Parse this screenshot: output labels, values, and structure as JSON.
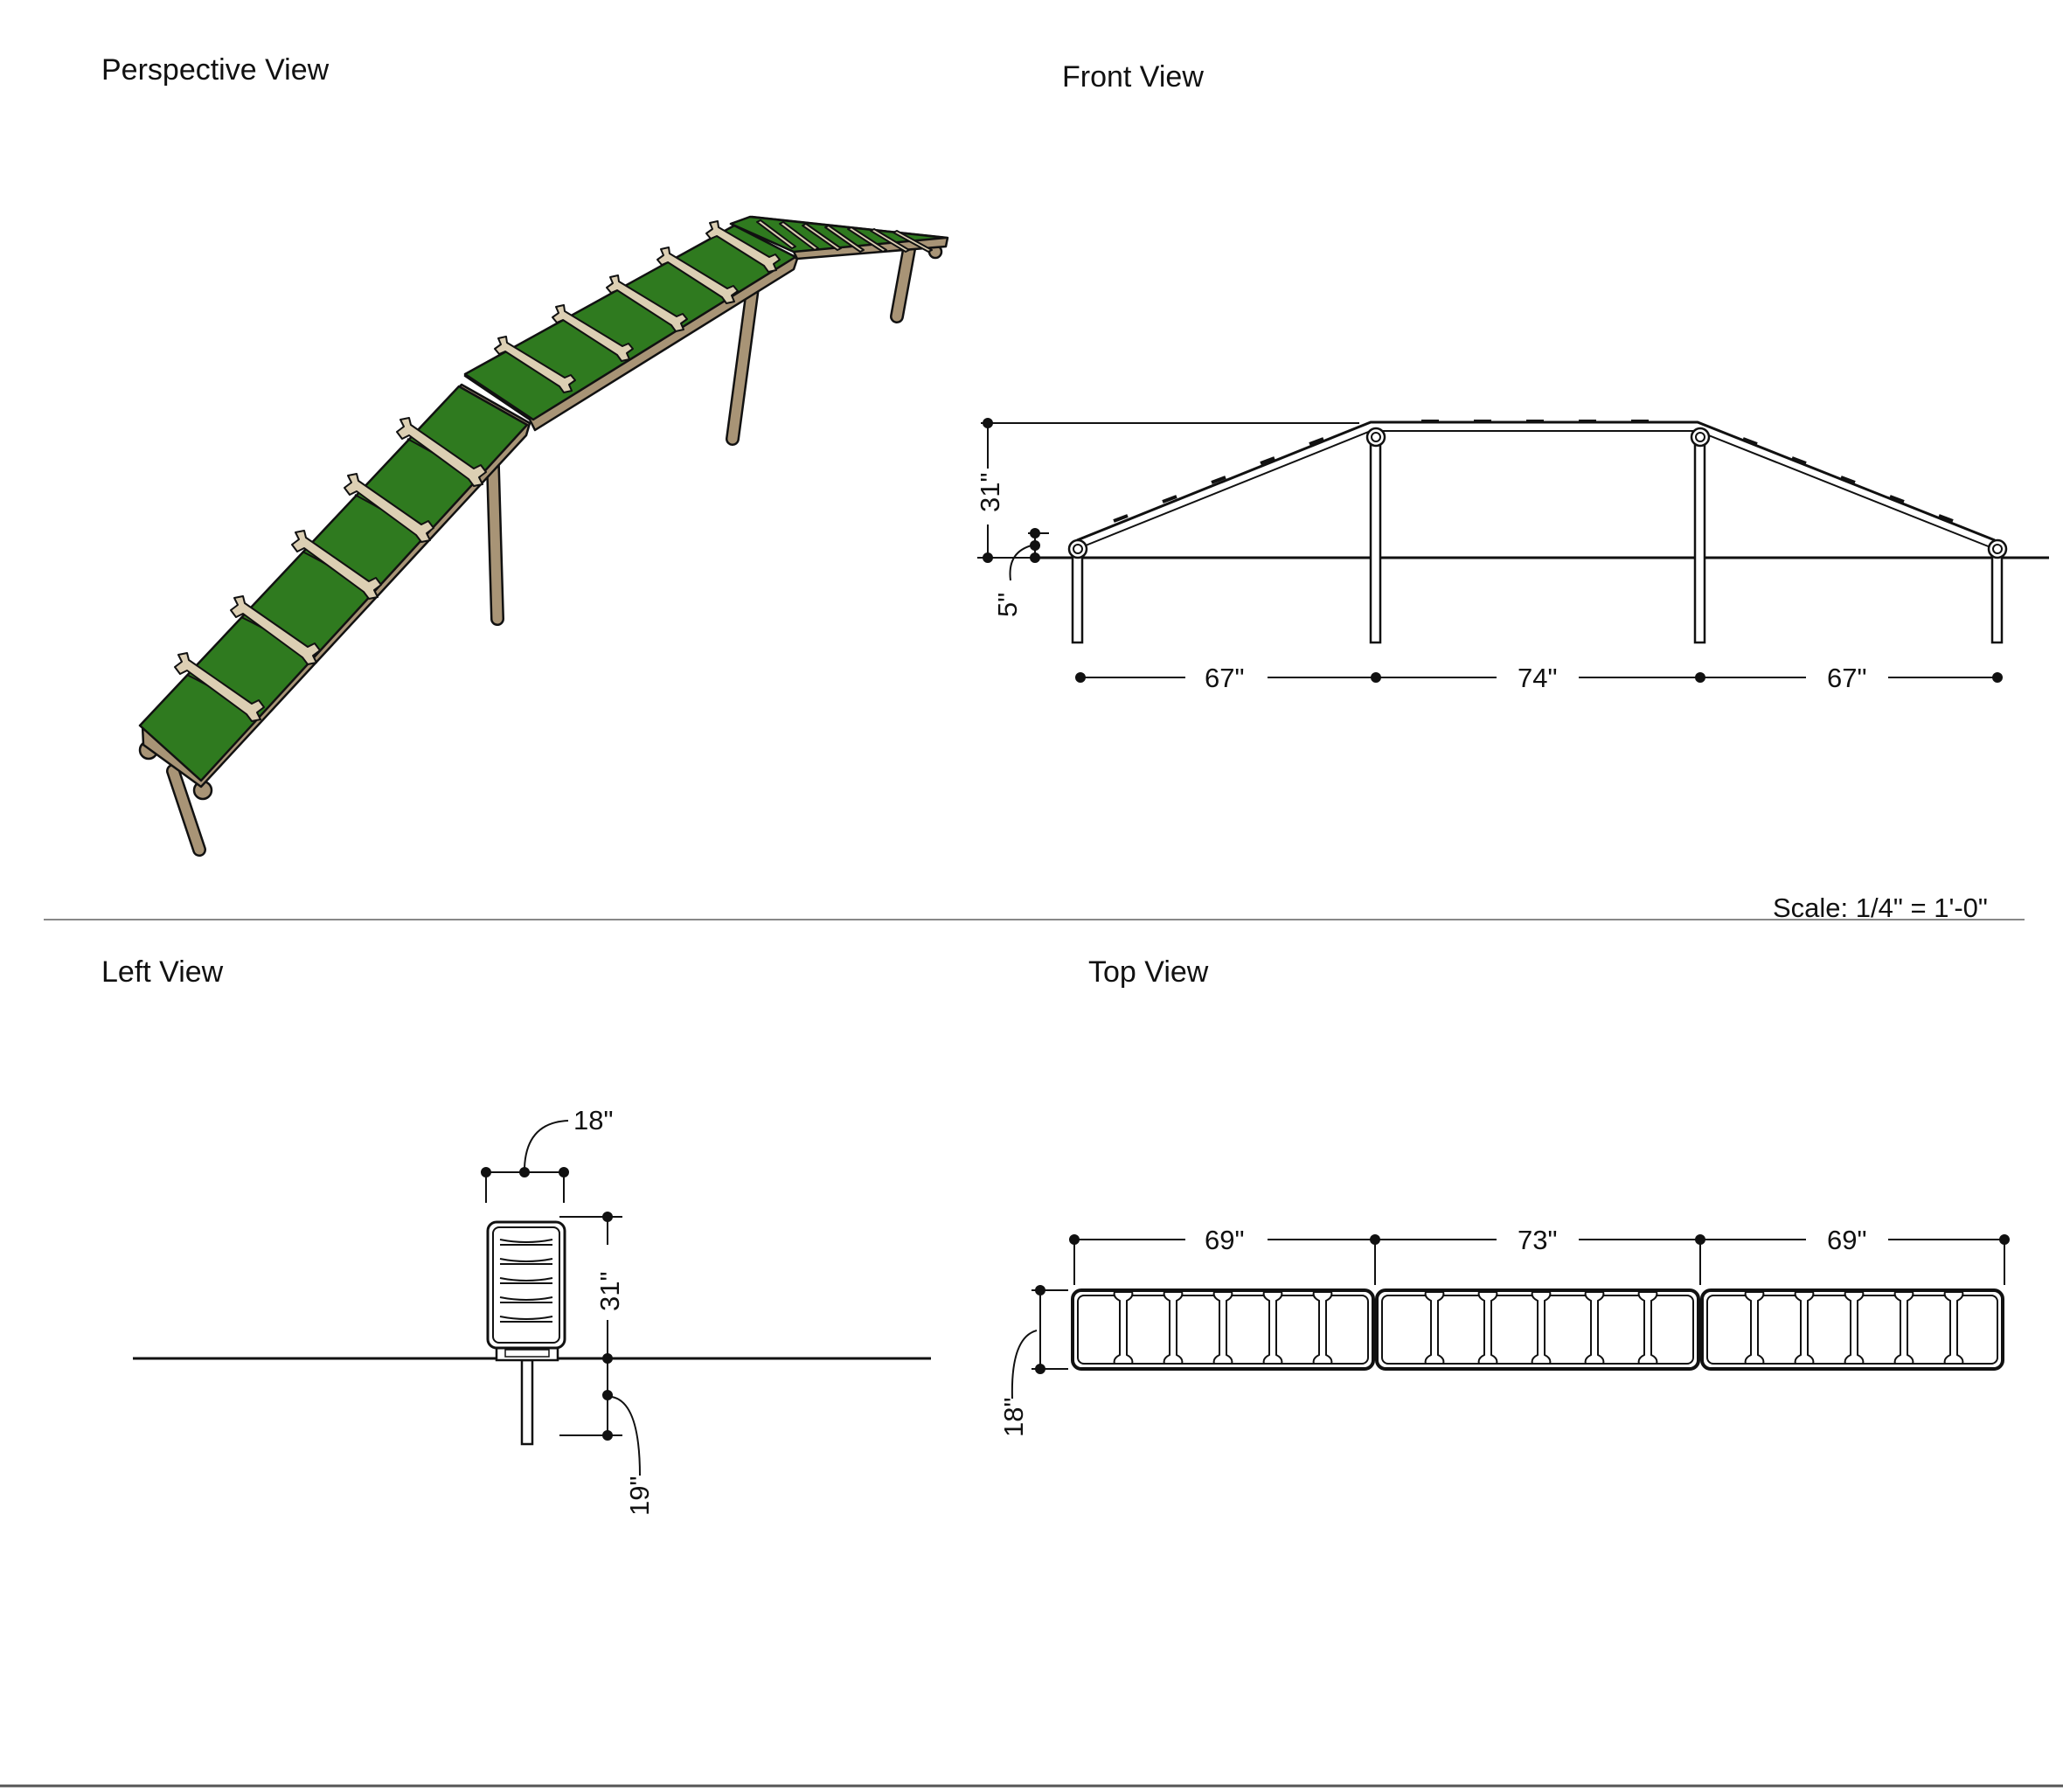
{
  "views": {
    "perspective": {
      "title": "Perspective View"
    },
    "front": {
      "title": "Front View",
      "height_dim": "31\"",
      "post_above_dim": "5\"",
      "span_left": "67\"",
      "span_middle": "74\"",
      "span_right": "67\""
    },
    "left": {
      "title": "Left View",
      "width_dim": "18\"",
      "height_dim": "31\"",
      "depth_dim": "19\""
    },
    "top": {
      "title": "Top View",
      "len_left": "69\"",
      "len_middle": "73\"",
      "len_right": "69\"",
      "width_dim": "18\""
    }
  },
  "scale": "Scale: 1/4\" = 1'-0\"",
  "colors": {
    "deck_green": "#2f7a1f",
    "deck_dark": "#1f5e13",
    "post_tan": "#a89476",
    "bone": "#dccfb3",
    "line": "#111111",
    "divider": "#888888"
  }
}
